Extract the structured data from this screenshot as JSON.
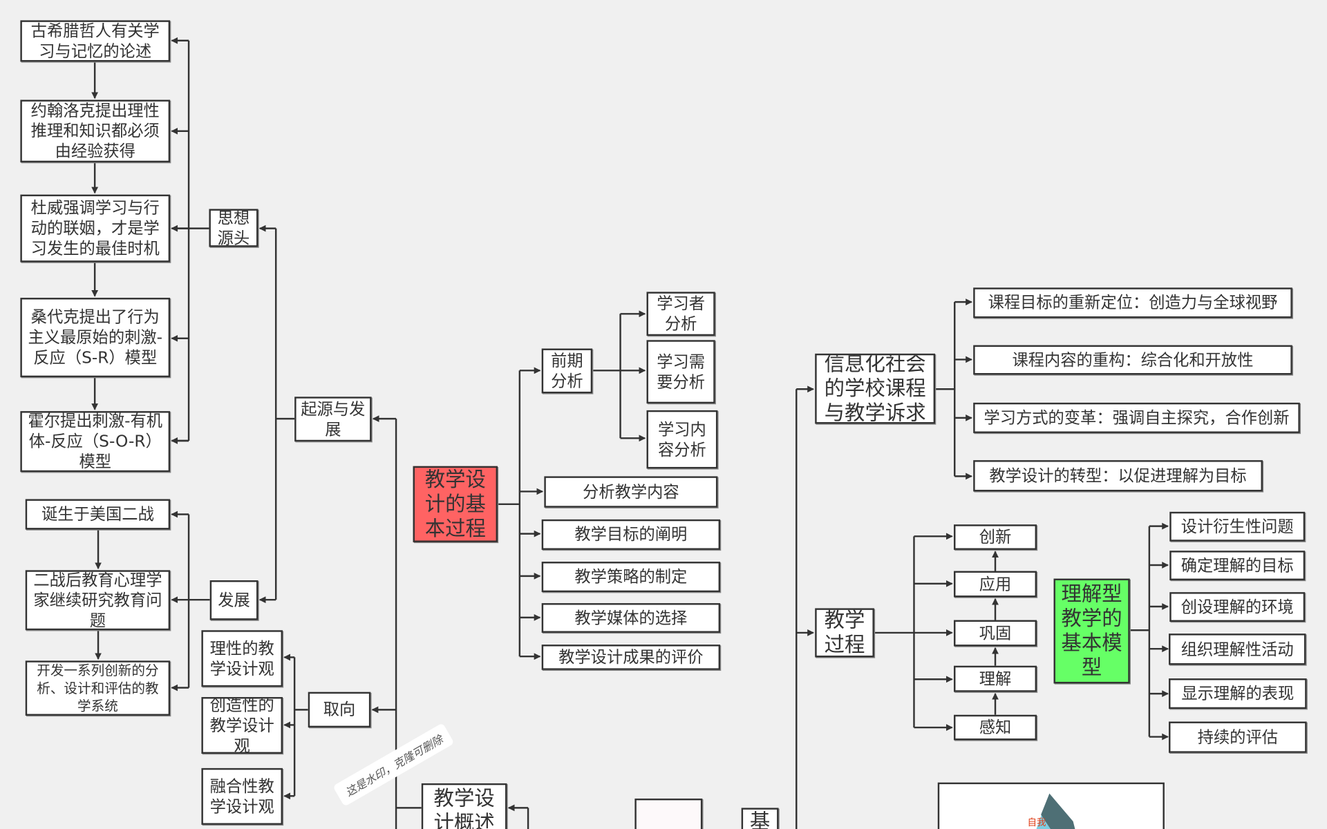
{
  "left": {
    "origin_items": [
      "古希腊哲人有关学习与记忆的论述",
      "约翰洛克提出理性推理和知识都必须由经验获得",
      "杜威强调学习与行动的联姻，才是学习发生的最佳时机",
      "桑代克提出了行为主义最原始的刺激-反应（S-R）模型",
      "霍尔提出刺激-有机体-反应（S-O-R）模型"
    ],
    "origin_title": "思想源头",
    "origin_dev": "起源与发展",
    "dev_title": "发展",
    "dev_items": [
      "诞生于美国二战",
      "二战后教育心理学家继续研究教育问题",
      "开发一系列创新的分析、设计和评估的教学系统"
    ],
    "orientation": "取向",
    "orientation_items": [
      "理性的教学设计观",
      "创造性的教学设计观",
      "融合性教学设计观"
    ],
    "overview": "教学设计概述",
    "watermark": "这是水印，克隆可删除"
  },
  "process": {
    "title": "教学设计的基本过程",
    "pre": "前期分析",
    "pre_items": [
      "学习者分析",
      "学习需要分析",
      "学习内容分析"
    ],
    "steps": [
      "分析教学内容",
      "教学目标的阐明",
      "教学策略的制定",
      "教学媒体的选择",
      "教学设计成果的评价"
    ],
    "partial_node": "基"
  },
  "right": {
    "info_title": "信息化社会的学校课程与教学诉求",
    "info_items": [
      "课程目标的重新定位：创造力与全球视野",
      "课程内容的重构：综合化和开放性",
      "学习方式的变革：强调自主探究，合作创新",
      "教学设计的转型：以促进理解为目标"
    ],
    "teaching_process": "教学过程",
    "stages": [
      "创新",
      "应用",
      "巩固",
      "理解",
      "感知"
    ],
    "model_title": "理解型教学的基本模型",
    "model_items": [
      "设计衍生性问题",
      "确定理解的目标",
      "创设理解的环境",
      "组织理解性活动",
      "显示理解的表现",
      "持续的评估"
    ],
    "image_label": "自我"
  },
  "colors": {
    "root": "#ff6363",
    "model": "#66ff66",
    "background": "#f0f0f0"
  }
}
